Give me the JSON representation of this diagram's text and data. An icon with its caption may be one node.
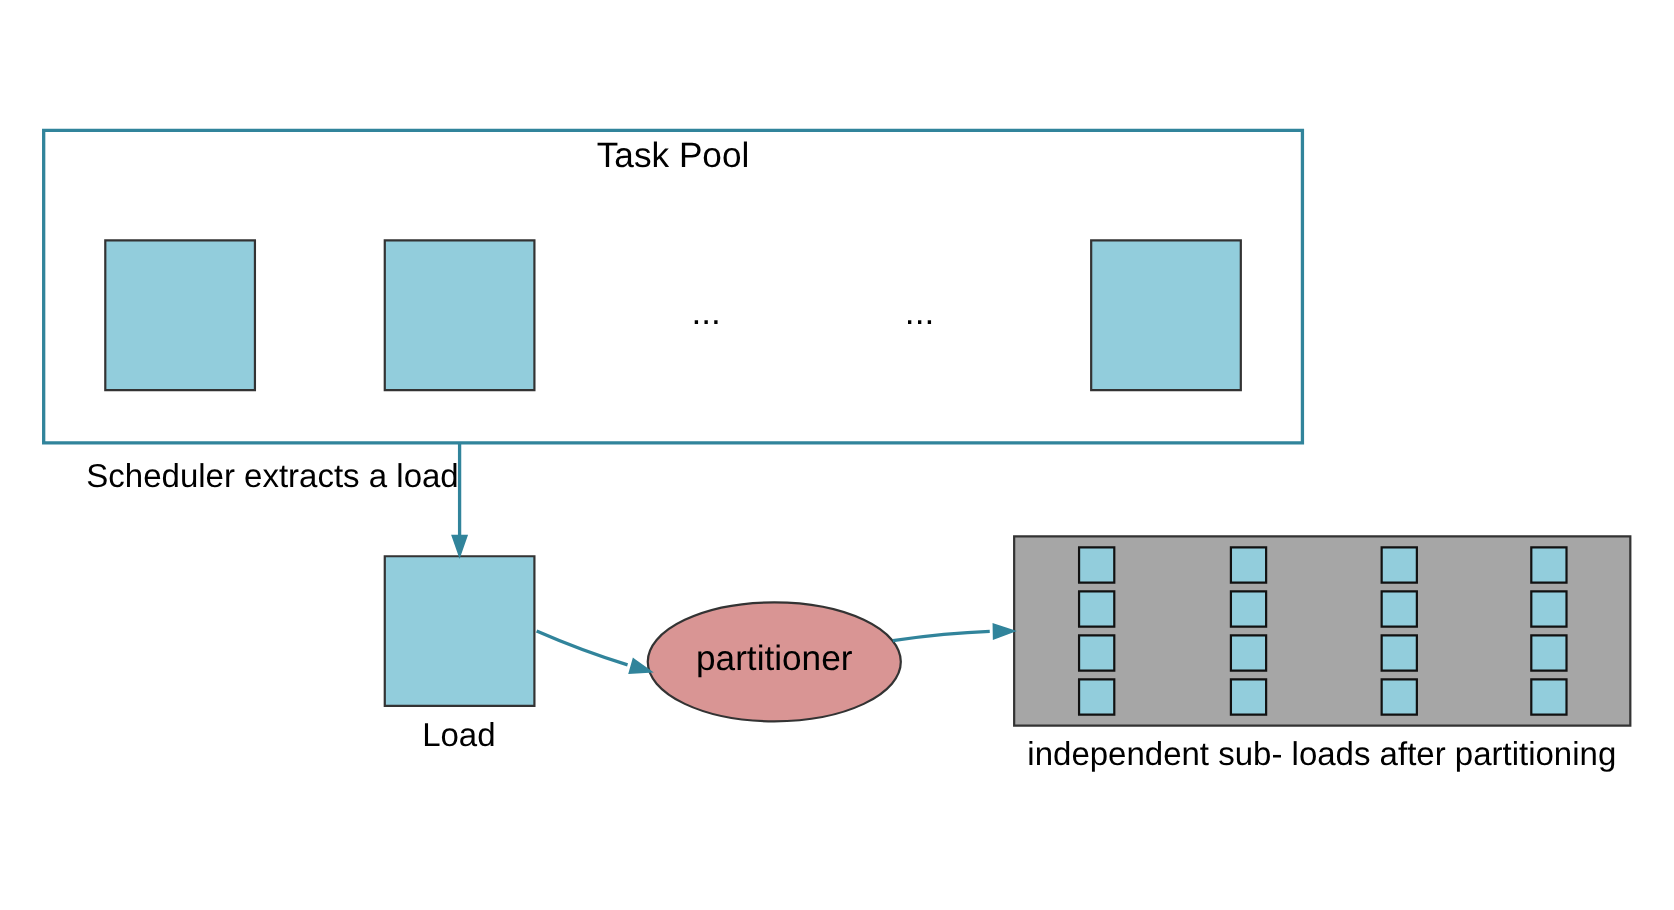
{
  "diagram": {
    "nodes": [
      {
        "text": [
          "Task Pool"
        ]
      },
      {
        "text": [],
        "shape": "box",
        "in": 0
      },
      {
        "text": [],
        "shape": "box",
        "in": 0
      },
      {
        "text": [],
        "shape": "box",
        "in": 0
      },
      {
        "text": [],
        "shape": "box",
        "beside": [
          "Load"
        ]
      },
      {
        "text": [
          "partitioner"
        ]
      },
      {
        "text": [],
        "shape": "grid",
        "beside": [
          "independent sub- loads after partitioning"
        ]
      }
    ],
    "edges": [
      {
        "from": 0,
        "to": 4,
        "arrow": "to",
        "label": "Scheduler extracts a load"
      },
      {
        "from": 4,
        "to": 5,
        "arrow": "to"
      },
      {
        "from": 5,
        "to": 6,
        "arrow": "to"
      }
    ],
    "labels": [
      "...",
      "..."
    ]
  }
}
